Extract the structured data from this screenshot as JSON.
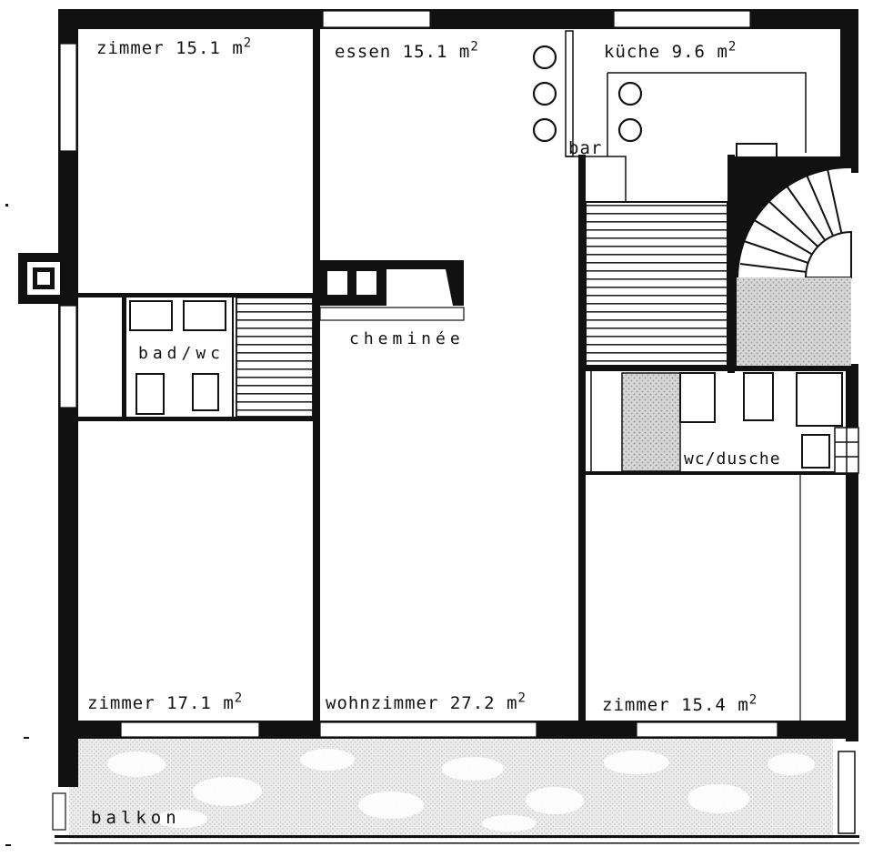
{
  "plan": {
    "rooms": [
      {
        "id": "zimmer-1",
        "name": "zimmer",
        "area": "15.1",
        "unit": "m",
        "exp": "2"
      },
      {
        "id": "essen",
        "name": "essen",
        "area": "15.1",
        "unit": "m",
        "exp": "2"
      },
      {
        "id": "kueche",
        "name": "küche",
        "area": "9.6",
        "unit": "m",
        "exp": "2"
      },
      {
        "id": "zimmer-2",
        "name": "zimmer",
        "area": "17.1",
        "unit": "m",
        "exp": "2"
      },
      {
        "id": "wohnzimmer",
        "name": "wohnzimmer",
        "area": "27.2",
        "unit": "m",
        "exp": "2"
      },
      {
        "id": "zimmer-3",
        "name": "zimmer",
        "area": "15.4",
        "unit": "m",
        "exp": "2"
      }
    ],
    "labels": {
      "bar": "bar",
      "bad": "bad/wc",
      "cheminee": "cheminée",
      "wc_dusche": "wc/dusche",
      "balkon": "balkon"
    }
  }
}
